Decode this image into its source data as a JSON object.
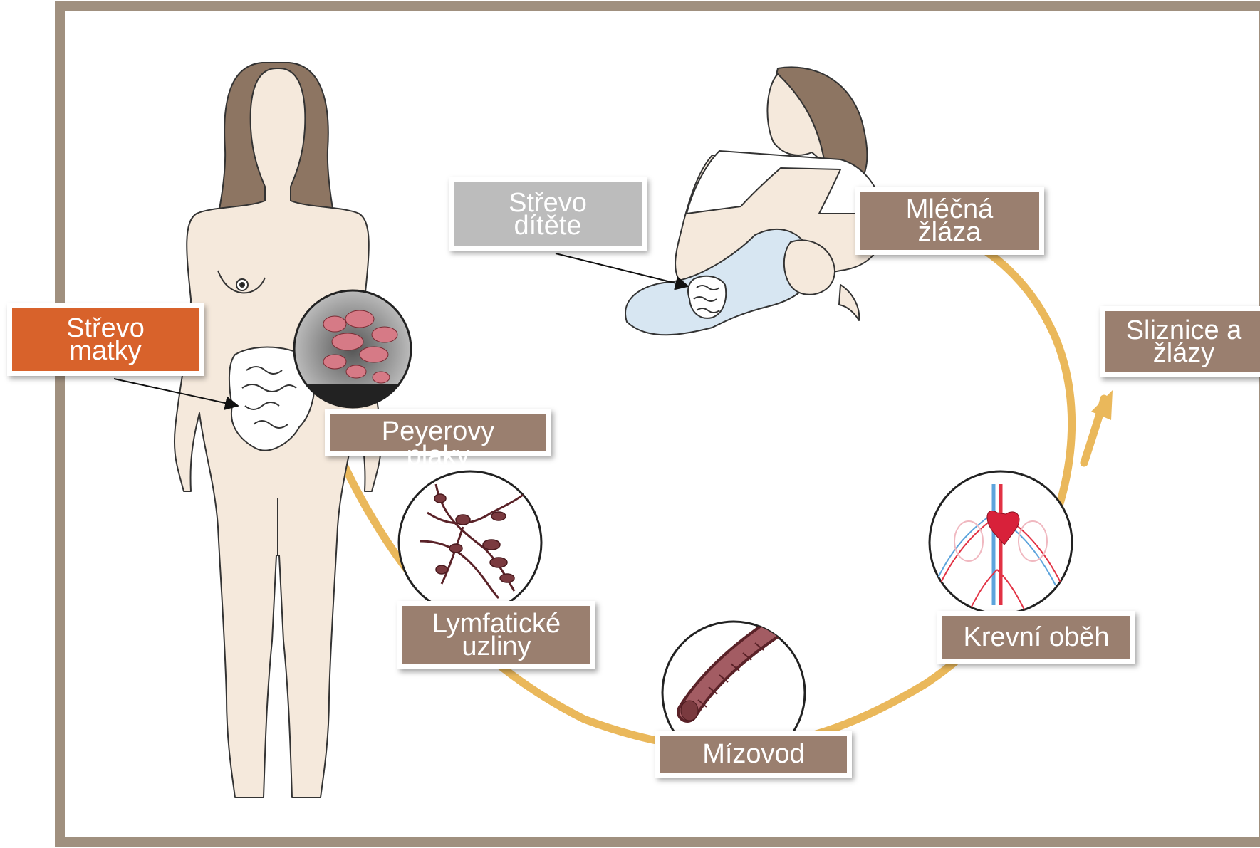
{
  "figure": {
    "frame_color": "#a0907f",
    "arrow_color": "#eab85b",
    "skin_color": "#f5e9dc",
    "hair_color": "#8d7562",
    "labels": {
      "maternal_gut": "Střevo\nmatky",
      "infant_gut": "Střevo\ndítěte",
      "mammary_gland": "Mléčná\nžláza",
      "mucosa_glands": "Sliznice a\nžlázy",
      "peyer_patches": "Peyerovy\nplaky",
      "lymph_nodes": "Lymfatické\nuzliny",
      "circulation": "Krevní oběh",
      "thoracic_duct": "Mízovod"
    },
    "label_colors": {
      "default": "#9a7f6f",
      "maternal_gut": "#d8622b",
      "infant_gut": "#bcbcbc"
    }
  }
}
